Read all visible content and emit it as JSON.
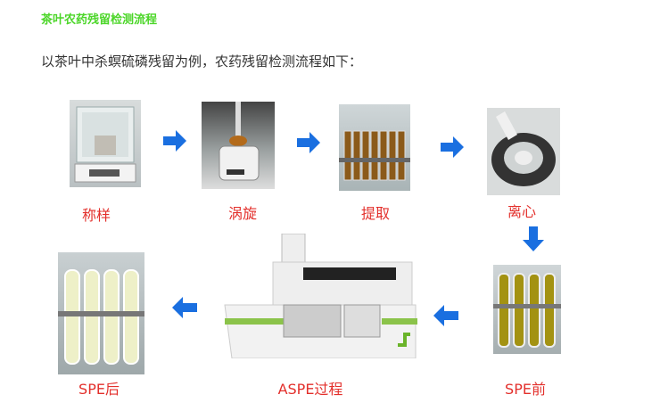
{
  "title": "茶叶农药残留检测流程",
  "intro": "以茶叶中杀螟硫磷残留为例，农药残留检测流程如下：",
  "steps": [
    {
      "label": "称样",
      "image": "balance-photo"
    },
    {
      "label": "涡旋",
      "image": "vortex-mixer-photo"
    },
    {
      "label": "提取",
      "image": "extraction-tubes-photo"
    },
    {
      "label": "离心",
      "image": "centrifuge-photo"
    },
    {
      "label": "SPE前",
      "image": "tubes-before-spe-photo"
    },
    {
      "label": "ASPE过程",
      "image": "aspe-instrument-photo"
    },
    {
      "label": "SPE后",
      "image": "tubes-after-spe-photo"
    }
  ],
  "colors": {
    "title": "#4cd629",
    "label": "#e3302c",
    "arrow": "#1a6fe0"
  }
}
